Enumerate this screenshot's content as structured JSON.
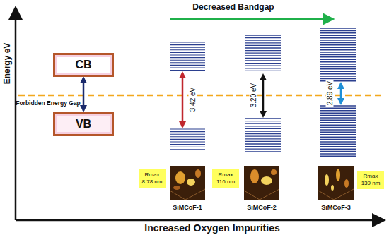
{
  "diagram": {
    "nodes": [
      {
        "text": [
          "CB"
        ]
      },
      {
        "text": [
          "VB"
        ]
      },
      {
        "text": [
          "Rmax",
          "8.78 nm"
        ]
      },
      {
        "text": [
          "Rmax",
          "116 nm"
        ]
      },
      {
        "text": [
          "Rmax",
          "139 nm"
        ]
      }
    ],
    "edges": [
      {
        "from": 0,
        "to": 1,
        "arrow": "both"
      }
    ],
    "labels": [
      "Decreased Bandgap",
      "Energy eV",
      "Forbidden Energy Gap",
      "3.42 eV",
      "3.20 eV",
      "2.89 eV",
      "SiMCoF-1",
      "SiMCoF-2",
      "SiMCoF-3",
      "Increased Oxygen Impurities"
    ]
  }
}
